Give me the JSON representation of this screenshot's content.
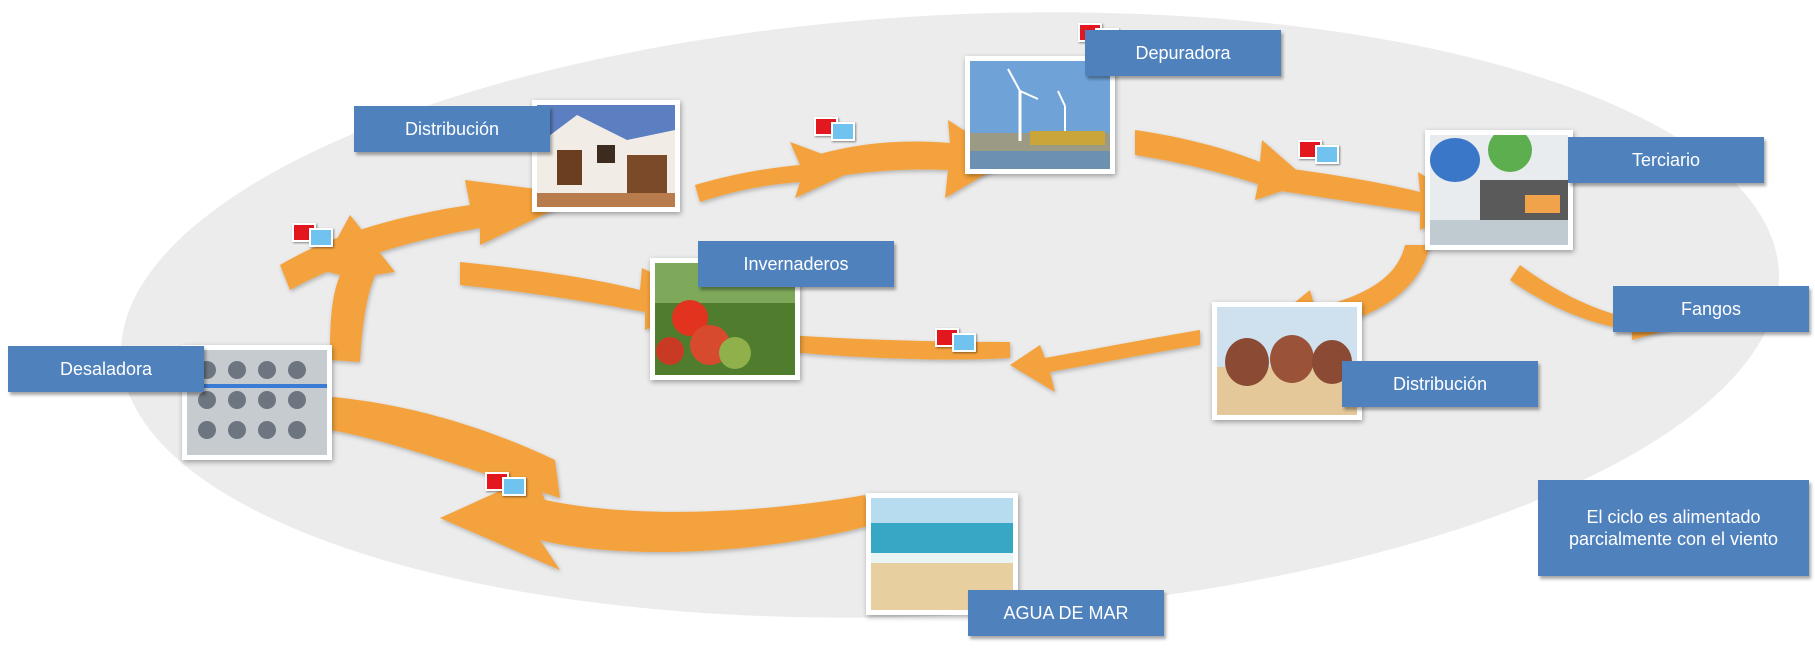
{
  "labels": {
    "depuradora": "Depuradora",
    "distribucion_top": "Distribución",
    "terciario": "Terciario",
    "invernaderos": "Invernaderos",
    "fangos": "Fangos",
    "desaladora": "Desaladora",
    "distribucion_right": "Distribución",
    "agua_de_mar": "AGUA DE MAR"
  },
  "note": "El ciclo es alimentado parcialmente con el viento",
  "colors": {
    "arrow": "#f4a23c",
    "label_bg": "#4f81bd",
    "ellipse": "#ececec",
    "marker_red": "#e3171e",
    "marker_blue": "#6fc3ee"
  }
}
